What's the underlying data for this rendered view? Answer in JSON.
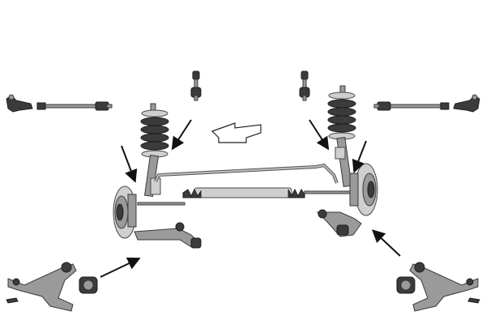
{
  "diagram": {
    "colors": {
      "metal": "#9a9a9a",
      "dark": "#3b3b3b",
      "light": "#cfcfcf",
      "arrow": "#111111"
    },
    "parts": [
      "tie-rod-end-left",
      "tie-rod-left",
      "stabilizer-link-left",
      "stabilizer-link-right",
      "tie-rod-right",
      "tie-rod-end-right",
      "coil-spring-strut-left",
      "coil-spring-strut-right",
      "stabilizer-bar",
      "steering-rack-boots",
      "brake-disc-hub-left",
      "brake-disc-hub-right",
      "lower-control-arm-left-assembled",
      "lower-control-arm-right-assembled",
      "control-arm-left-exploded",
      "control-arm-right-exploded",
      "bushing-left",
      "bushing-right",
      "direction-arrow"
    ]
  }
}
